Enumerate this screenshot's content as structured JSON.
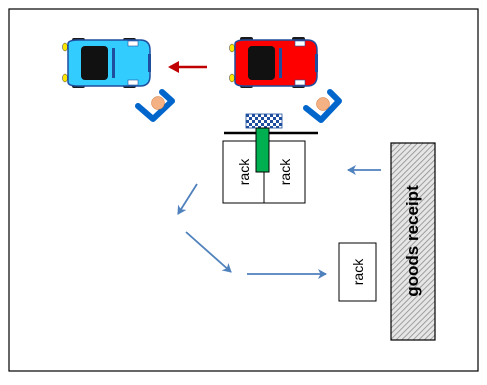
{
  "diagram": {
    "rack_left_label": "rack",
    "rack_right_label": "rack",
    "rack_single_label": "rack",
    "goods_receipt_label": "goods receipt",
    "colors": {
      "frame": "#000000",
      "flow_arrow": "#4f81bd",
      "car_arrow": "#c00000",
      "red_car": "#ff0000",
      "blue_car": "#33ccff",
      "person_arm": "#0066cc",
      "person_skin": "#f4b183",
      "gate_pole": "#00b050",
      "goods_receipt_fill": "#bfbfbf"
    },
    "icons": [
      "blue-car-icon",
      "red-car-icon",
      "person-icon",
      "checkered-flag-icon"
    ]
  }
}
